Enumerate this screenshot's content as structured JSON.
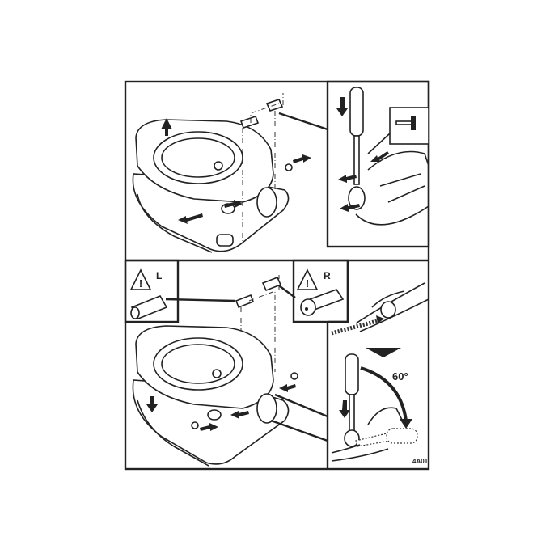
{
  "figure": {
    "code": "4A01",
    "panels": [
      {
        "id": "step-1"
      },
      {
        "id": "step-2",
        "labels": {
          "left": "L",
          "right": "R",
          "angle": "60°"
        }
      }
    ],
    "icons": [
      "warning-triangle-icon",
      "hammer-icon",
      "screwdriver-icon",
      "arrow-icon"
    ],
    "colors": {
      "ink": "#222222",
      "paper": "#ffffff"
    }
  }
}
